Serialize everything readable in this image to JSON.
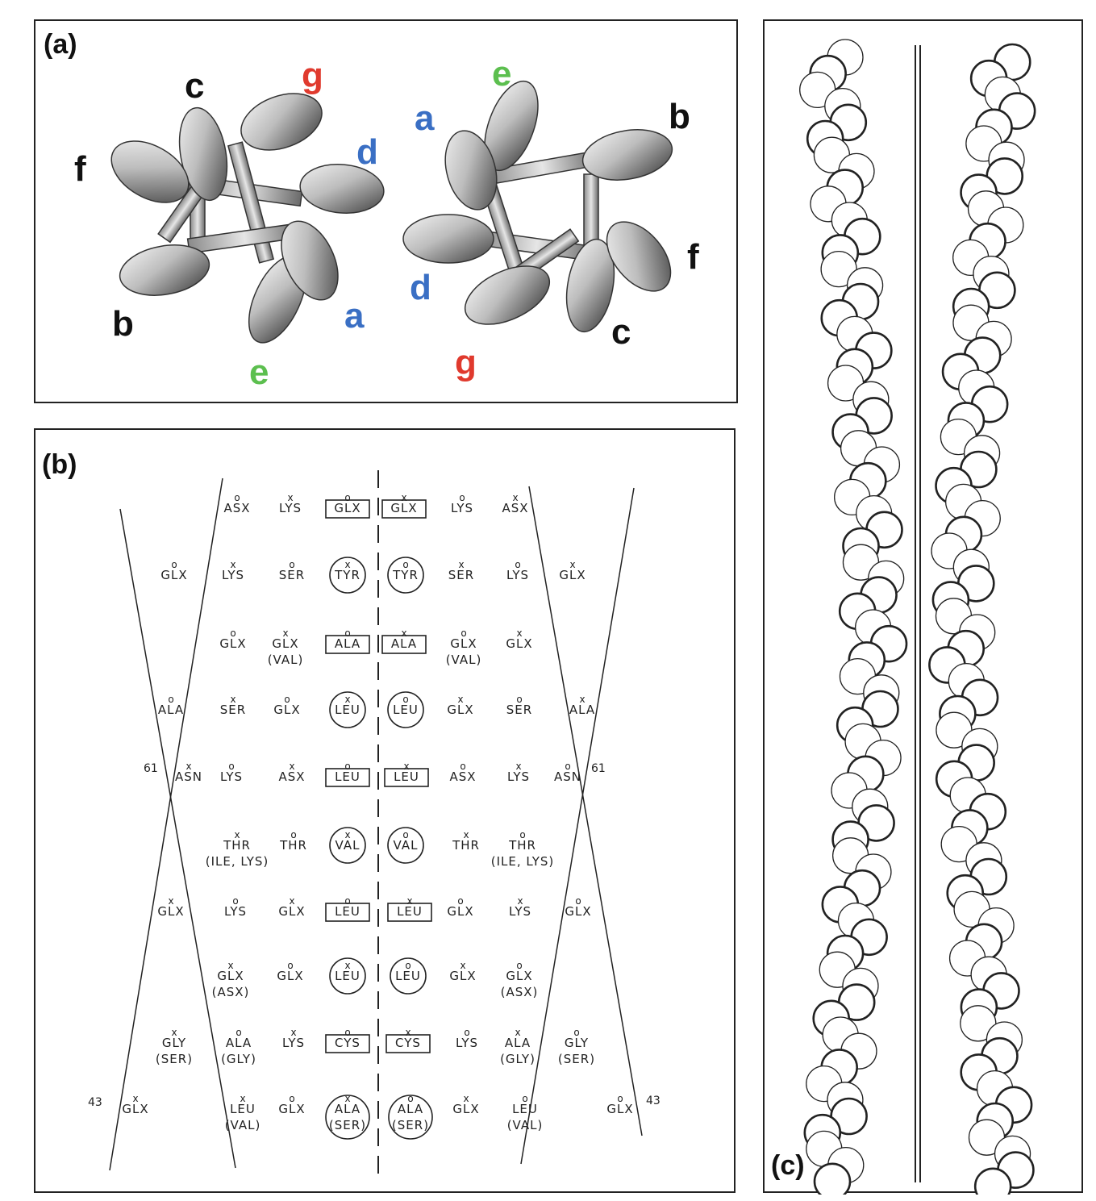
{
  "panels": {
    "a": {
      "label": "(a)"
    },
    "b": {
      "label": "(b)"
    },
    "c": {
      "label": "(c)"
    }
  },
  "heptad_left": {
    "a": "a",
    "b": "b",
    "c": "c",
    "d": "d",
    "e": "e",
    "f": "f",
    "g": "g"
  },
  "heptad_right": {
    "a": "a",
    "b": "b",
    "c": "c",
    "d": "d",
    "e": "e",
    "f": "f",
    "g": "g"
  },
  "colors": {
    "blue": "#3a6fc4",
    "green": "#5cbf4f",
    "red": "#e03a2e",
    "black": "#111111"
  },
  "numbers": {
    "n61_left": "61",
    "n61_right": "61",
    "n43_left": "43",
    "n43_right": "43"
  },
  "rows": [
    {
      "cells": [
        {
          "t": "ASX",
          "m": "o"
        },
        {
          "t": "LYS",
          "m": "x"
        },
        {
          "t": "GLX",
          "m": "o",
          "box": true
        },
        {
          "t": "GLX",
          "m": "x",
          "box": true
        },
        {
          "t": "LYS",
          "m": "o"
        },
        {
          "t": "ASX",
          "m": "x"
        }
      ]
    },
    {
      "cells": [
        {
          "t": "GLX",
          "m": "o"
        },
        {
          "t": "LYS",
          "m": "x"
        },
        {
          "t": "SER",
          "m": "o"
        },
        {
          "t": "TYR",
          "m": "x",
          "circ": true
        },
        {
          "t": "TYR",
          "m": "o",
          "circ": true
        },
        {
          "t": "SER",
          "m": "x"
        },
        {
          "t": "LYS",
          "m": "o"
        },
        {
          "t": "GLX",
          "m": "x"
        }
      ]
    },
    {
      "cells": [
        {
          "t": "GLX",
          "m": "o"
        },
        {
          "t": "GLX",
          "t2": "(VAL)",
          "m": "x"
        },
        {
          "t": "ALA",
          "m": "o",
          "box": true
        },
        {
          "t": "ALA",
          "m": "x",
          "box": true
        },
        {
          "t": "GLX",
          "t2": "(VAL)",
          "m": "o"
        },
        {
          "t": "GLX",
          "m": "x"
        }
      ]
    },
    {
      "cells": [
        {
          "t": "ALA",
          "m": "o"
        },
        {
          "t": "SER",
          "m": "x"
        },
        {
          "t": "GLX",
          "m": "o"
        },
        {
          "t": "LEU",
          "m": "x",
          "circ": true
        },
        {
          "t": "LEU",
          "m": "o",
          "circ": true
        },
        {
          "t": "GLX",
          "m": "x"
        },
        {
          "t": "SER",
          "m": "o"
        },
        {
          "t": "ALA",
          "m": "x"
        }
      ]
    },
    {
      "cells": [
        {
          "t": "ASN",
          "m": "x"
        },
        {
          "t": "LYS",
          "m": "o"
        },
        {
          "t": "ASX",
          "m": "x"
        },
        {
          "t": "LEU",
          "m": "o",
          "box": true
        },
        {
          "t": "LEU",
          "m": "x",
          "box": true
        },
        {
          "t": "ASX",
          "m": "o"
        },
        {
          "t": "LYS",
          "m": "x"
        },
        {
          "t": "ASN",
          "m": "o"
        }
      ]
    },
    {
      "cells": [
        {
          "t": "THR",
          "t2": "(ILE, LYS)",
          "m": "x"
        },
        {
          "t": "THR",
          "m": "o"
        },
        {
          "t": "VAL",
          "m": "x",
          "circ": true
        },
        {
          "t": "VAL",
          "m": "o",
          "circ": true
        },
        {
          "t": "THR",
          "m": "x"
        },
        {
          "t": "THR",
          "t2": "(ILE, LYS)",
          "m": "o"
        }
      ]
    },
    {
      "cells": [
        {
          "t": "GLX",
          "m": "x"
        },
        {
          "t": "LYS",
          "m": "o"
        },
        {
          "t": "GLX",
          "m": "x"
        },
        {
          "t": "LEU",
          "m": "o",
          "box": true
        },
        {
          "t": "LEU",
          "m": "x",
          "box": true
        },
        {
          "t": "GLX",
          "m": "o"
        },
        {
          "t": "LYS",
          "m": "x"
        },
        {
          "t": "GLX",
          "m": "o"
        }
      ]
    },
    {
      "cells": [
        {
          "t": "GLX",
          "t2": "(ASX)",
          "m": "x"
        },
        {
          "t": "GLX",
          "m": "o"
        },
        {
          "t": "LEU",
          "m": "x",
          "circ": true
        },
        {
          "t": "LEU",
          "m": "o",
          "circ": true
        },
        {
          "t": "GLX",
          "m": "x"
        },
        {
          "t": "GLX",
          "t2": "(ASX)",
          "m": "o"
        }
      ]
    },
    {
      "cells": [
        {
          "t": "GLY",
          "t2": "(SER)",
          "m": "x"
        },
        {
          "t": "ALA",
          "t2": "(GLY)",
          "m": "o"
        },
        {
          "t": "LYS",
          "m": "x"
        },
        {
          "t": "CYS",
          "m": "o",
          "box": true
        },
        {
          "t": "CYS",
          "m": "x",
          "box": true
        },
        {
          "t": "LYS",
          "m": "o"
        },
        {
          "t": "ALA",
          "t2": "(GLY)",
          "m": "x"
        },
        {
          "t": "GLY",
          "t2": "(SER)",
          "m": "o"
        }
      ]
    },
    {
      "cells": [
        {
          "t": "GLX",
          "m": "x"
        },
        {
          "t": "LEU",
          "t2": "(VAL)",
          "m": "x"
        },
        {
          "t": "GLX",
          "m": "o"
        },
        {
          "t": "ALA",
          "t2": "(SER)",
          "m": "x",
          "circ": true
        },
        {
          "t": "ALA",
          "t2": "(SER)",
          "m": "o",
          "circ": true
        },
        {
          "t": "GLX",
          "m": "x"
        },
        {
          "t": "LEU",
          "t2": "(VAL)",
          "m": "o"
        },
        {
          "t": "GLX",
          "m": "o"
        }
      ]
    }
  ]
}
